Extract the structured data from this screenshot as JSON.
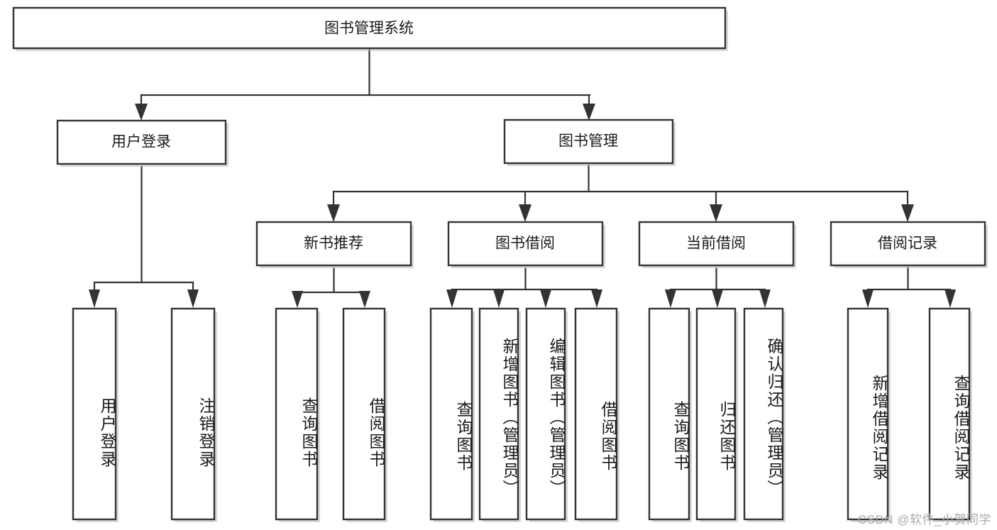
{
  "diagram": {
    "type": "tree",
    "title": "图书管理系统",
    "watermark": "CSDN @软件_小贺同学",
    "root": {
      "label": "图书管理系统"
    },
    "level2": [
      {
        "label": "用户登录"
      },
      {
        "label": "图书管理"
      }
    ],
    "level3": [
      {
        "label": "新书推荐"
      },
      {
        "label": "图书借阅"
      },
      {
        "label": "当前借阅"
      },
      {
        "label": "借阅记录"
      }
    ],
    "leaves": {
      "user_login": [
        {
          "label": "用户登录"
        },
        {
          "label": "注销登录"
        }
      ],
      "new_book": [
        {
          "label": "查询图书"
        },
        {
          "label": "借阅图书"
        }
      ],
      "book_borrow": [
        {
          "label": "查询图书"
        },
        {
          "label": "新增图书（管理员）"
        },
        {
          "label": "编辑图书（管理员）"
        },
        {
          "label": "借阅图书"
        }
      ],
      "current_borrow": [
        {
          "label": "查询图书"
        },
        {
          "label": "归还图书"
        },
        {
          "label": "确认归还（管理员）"
        }
      ],
      "borrow_record": [
        {
          "label": "新增借阅记录"
        },
        {
          "label": "查询借阅记录"
        }
      ]
    },
    "colors": {
      "background": "#ffffff",
      "box_fill": "#ffffff",
      "box_stroke": "#333333",
      "text": "#1b1b1b",
      "watermark": "#a9a9a9"
    }
  }
}
